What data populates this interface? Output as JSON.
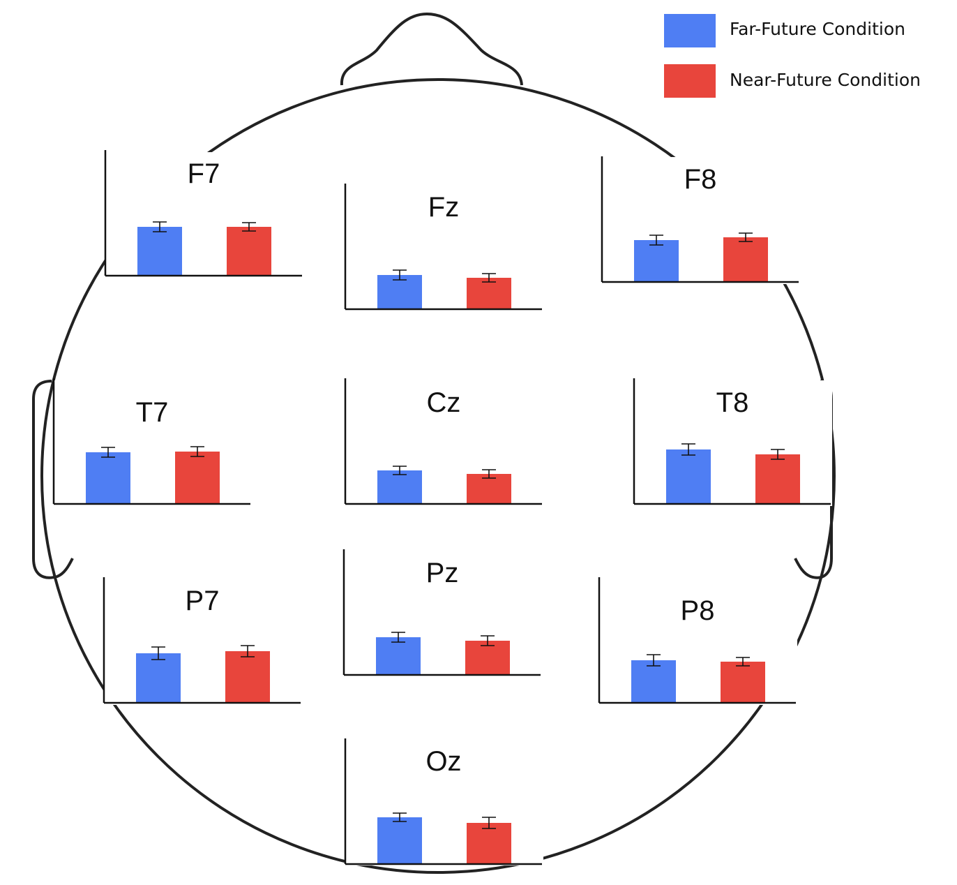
{
  "colors": {
    "far": "#4f7ef3",
    "near": "#e8453c",
    "axis": "#111111",
    "head": "#222222"
  },
  "legend": {
    "far_label": "Far-Future Condition",
    "near_label": "Near-Future Condition"
  },
  "chart_data": [
    {
      "type": "bar",
      "title": "F7",
      "categories": [
        "Far-Future Condition",
        "Near-Future Condition"
      ],
      "values": [
        70,
        70
      ],
      "errors": [
        7,
        6
      ],
      "ylim": [
        0,
        180
      ]
    },
    {
      "type": "bar",
      "title": "Fz",
      "categories": [
        "Far-Future Condition",
        "Near-Future Condition"
      ],
      "values": [
        49,
        45
      ],
      "errors": [
        7,
        6
      ],
      "ylim": [
        0,
        180
      ]
    },
    {
      "type": "bar",
      "title": "F8",
      "categories": [
        "Far-Future Condition",
        "Near-Future Condition"
      ],
      "values": [
        60,
        64
      ],
      "errors": [
        7,
        6
      ],
      "ylim": [
        0,
        180
      ]
    },
    {
      "type": "bar",
      "title": "T7",
      "categories": [
        "Far-Future Condition",
        "Near-Future Condition"
      ],
      "values": [
        74,
        75
      ],
      "errors": [
        7,
        7
      ],
      "ylim": [
        0,
        180
      ]
    },
    {
      "type": "bar",
      "title": "Cz",
      "categories": [
        "Far-Future Condition",
        "Near-Future Condition"
      ],
      "values": [
        48,
        43
      ],
      "errors": [
        6,
        6
      ],
      "ylim": [
        0,
        180
      ]
    },
    {
      "type": "bar",
      "title": "T8",
      "categories": [
        "Far-Future Condition",
        "Near-Future Condition"
      ],
      "values": [
        78,
        71
      ],
      "errors": [
        8,
        7
      ],
      "ylim": [
        0,
        180
      ]
    },
    {
      "type": "bar",
      "title": "P7",
      "categories": [
        "Far-Future Condition",
        "Near-Future Condition"
      ],
      "values": [
        71,
        74
      ],
      "errors": [
        9,
        8
      ],
      "ylim": [
        0,
        180
      ]
    },
    {
      "type": "bar",
      "title": "Pz",
      "categories": [
        "Far-Future Condition",
        "Near-Future Condition"
      ],
      "values": [
        54,
        49
      ],
      "errors": [
        7,
        7
      ],
      "ylim": [
        0,
        180
      ]
    },
    {
      "type": "bar",
      "title": "P8",
      "categories": [
        "Far-Future Condition",
        "Near-Future Condition"
      ],
      "values": [
        61,
        59
      ],
      "errors": [
        8,
        6
      ],
      "ylim": [
        0,
        180
      ]
    },
    {
      "type": "bar",
      "title": "Oz",
      "categories": [
        "Far-Future Condition",
        "Near-Future Condition"
      ],
      "values": [
        67,
        59
      ],
      "errors": [
        6,
        8
      ],
      "ylim": [
        0,
        180
      ]
    }
  ]
}
